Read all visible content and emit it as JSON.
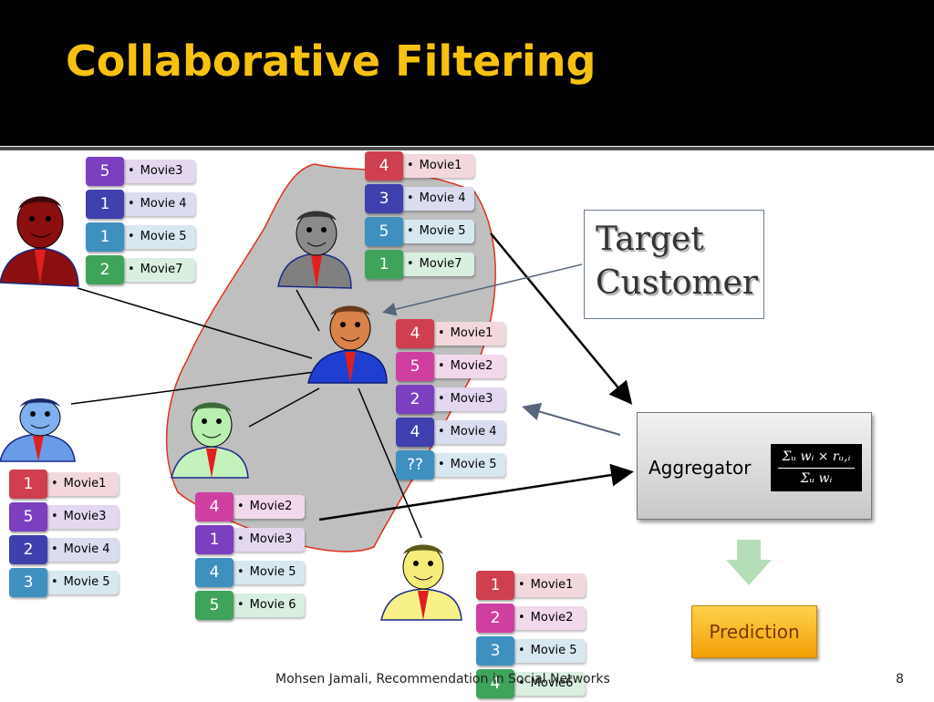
{
  "title": "Collaborative Filtering",
  "target_label": "Target\nCustomer",
  "aggregator": {
    "label": "Aggregator",
    "formula_numerator": "Σᵤ wᵢ × rᵤ,ᵢ",
    "formula_denominator": "Σᵤ wᵢ"
  },
  "prediction_label": "Prediction",
  "footer": "Mohsen Jamali, Recommendation in Social Networks",
  "page_number": "8",
  "rating_groups": [
    {
      "id": "dark-red-user",
      "rows": [
        {
          "score": "5",
          "movie": "Movie3",
          "color": "#7b3fbf",
          "label_bg": "#e3d8f0"
        },
        {
          "score": "1",
          "movie": "Movie 4",
          "color": "#3f3fae",
          "label_bg": "#dadcf0"
        },
        {
          "score": "1",
          "movie": "Movie 5",
          "color": "#3f8fbf",
          "label_bg": "#d8e8f0"
        },
        {
          "score": "2",
          "movie": "Movie7",
          "color": "#3fa35a",
          "label_bg": "#d9efdf"
        }
      ]
    },
    {
      "id": "gray-user",
      "rows": [
        {
          "score": "4",
          "movie": "Movie1",
          "color": "#cf3f4f",
          "label_bg": "#f2d8dc"
        },
        {
          "score": "3",
          "movie": "Movie 4",
          "color": "#3f3fae",
          "label_bg": "#dadcf0"
        },
        {
          "score": "5",
          "movie": "Movie 5",
          "color": "#3f8fbf",
          "label_bg": "#d8e8f0"
        },
        {
          "score": "1",
          "movie": "Movie7",
          "color": "#3fa35a",
          "label_bg": "#d9efdf"
        }
      ]
    },
    {
      "id": "target-user",
      "rows": [
        {
          "score": "4",
          "movie": "Movie1",
          "color": "#cf3f4f",
          "label_bg": "#f2d8dc"
        },
        {
          "score": "5",
          "movie": "Movie2",
          "color": "#cf3fa0",
          "label_bg": "#f2d8eb"
        },
        {
          "score": "2",
          "movie": "Movie3",
          "color": "#7b3fbf",
          "label_bg": "#e3d8f0"
        },
        {
          "score": "4",
          "movie": "Movie 4",
          "color": "#3f3fae",
          "label_bg": "#dadcf0"
        },
        {
          "score": "??",
          "movie": "Movie 5",
          "color": "#3f8fbf",
          "label_bg": "#d8e8f0"
        }
      ]
    },
    {
      "id": "blue-user",
      "rows": [
        {
          "score": "1",
          "movie": "Movie1",
          "color": "#cf3f4f",
          "label_bg": "#f2d8dc"
        },
        {
          "score": "5",
          "movie": "Movie3",
          "color": "#7b3fbf",
          "label_bg": "#e3d8f0"
        },
        {
          "score": "2",
          "movie": "Movie 4",
          "color": "#3f3fae",
          "label_bg": "#dadcf0"
        },
        {
          "score": "3",
          "movie": "Movie 5",
          "color": "#3f8fbf",
          "label_bg": "#d8e8f0"
        }
      ]
    },
    {
      "id": "green-user",
      "rows": [
        {
          "score": "4",
          "movie": "Movie2",
          "color": "#cf3fa0",
          "label_bg": "#f2d8eb"
        },
        {
          "score": "1",
          "movie": "Movie3",
          "color": "#7b3fbf",
          "label_bg": "#e3d8f0"
        },
        {
          "score": "4",
          "movie": "Movie 5",
          "color": "#3f8fbf",
          "label_bg": "#d8e8f0"
        },
        {
          "score": "5",
          "movie": "Movie 6",
          "color": "#3fa35a",
          "label_bg": "#d9efdf"
        }
      ]
    },
    {
      "id": "yellow-user",
      "rows": [
        {
          "score": "1",
          "movie": "Movie1",
          "color": "#cf3f4f",
          "label_bg": "#f2d8dc"
        },
        {
          "score": "2",
          "movie": "Movie2",
          "color": "#cf3fa0",
          "label_bg": "#f2d8eb"
        },
        {
          "score": "3",
          "movie": "Movie 5",
          "color": "#3f8fbf",
          "label_bg": "#d8e8f0"
        },
        {
          "score": "4",
          "movie": "Movie6",
          "color": "#3fa35a",
          "label_bg": "#d9efdf"
        }
      ]
    }
  ],
  "user_colors": {
    "dark-red-user": "#8b0f0f",
    "gray-user": "#7f7f7f",
    "target-user": "#1f3fd0",
    "blue-user": "#6a9be8",
    "green-user": "#b8f0b0",
    "yellow-user": "#f8f088"
  }
}
